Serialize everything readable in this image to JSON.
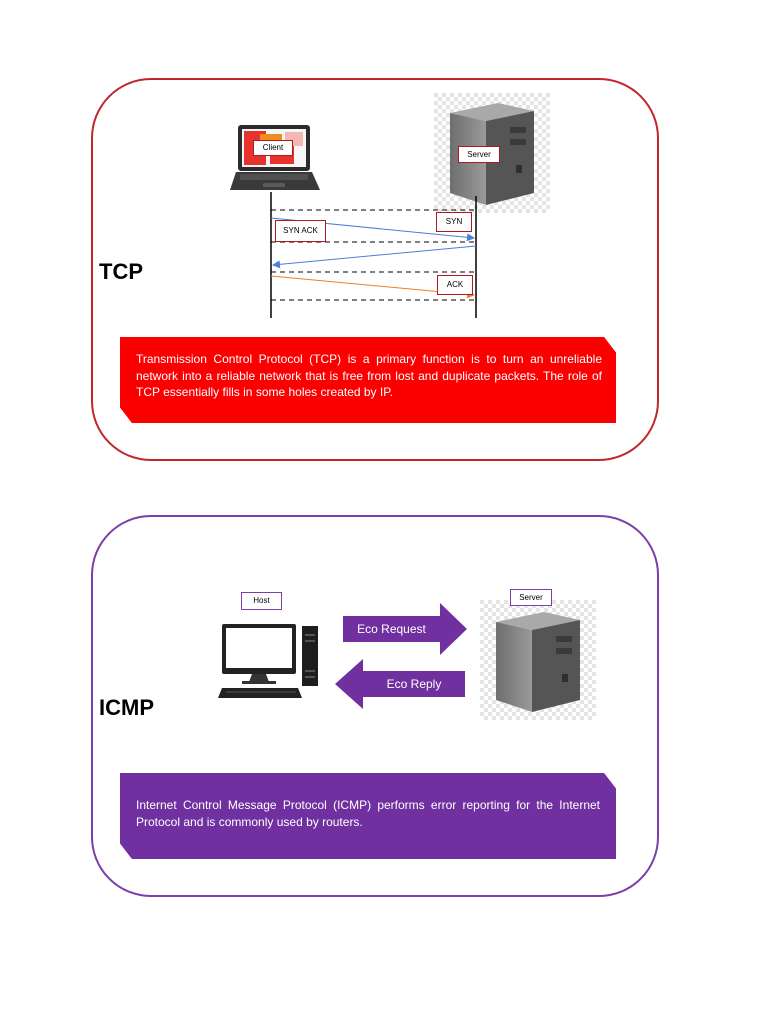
{
  "tcp": {
    "title": "TCP",
    "client_label": "Client",
    "server_label": "Server",
    "messages": [
      "SYN",
      "SYN ACK",
      "ACK"
    ],
    "description": "Transmission Control Protocol (TCP) is a primary function is to turn an unreliable network into a reliable network that is free from lost and duplicate packets. The role of TCP essentially fills in some holes created by IP.",
    "colors": {
      "border": "#c0272d",
      "description_bg": "#fb0000"
    }
  },
  "icmp": {
    "title": "ICMP",
    "host_label": "Host",
    "server_label": "Server",
    "request_label": "Eco Request",
    "reply_label": "Eco Reply",
    "description": "Internet Control Message Protocol (ICMP) performs error reporting for the Internet Protocol and is commonly used by routers.",
    "colors": {
      "border": "#7a3fa8",
      "description_bg": "#7030a0"
    }
  }
}
